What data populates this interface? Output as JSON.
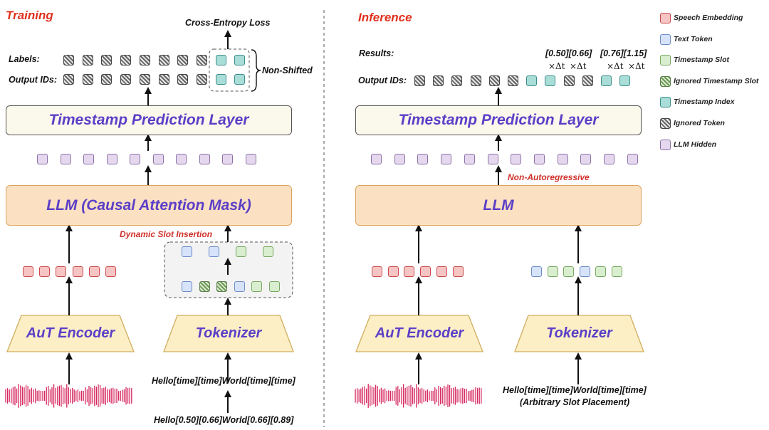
{
  "training": {
    "title": "Training",
    "loss": "Cross-Entropy Loss",
    "labels_label": "Labels:",
    "output_ids_label": "Output IDs:",
    "non_shifted": "Non-Shifted",
    "tpl": "Timestamp Prediction Layer",
    "llm": "LLM (Causal Attention Mask)",
    "dynamic_slot": "Dynamic Slot Insertion",
    "aut_encoder": "AuT Encoder",
    "tokenizer": "Tokenizer",
    "template_text": "Hello[time][time]World[time][time]",
    "source_text": "Hello[0.50][0.66]World[0.66][0.89]",
    "rows": {
      "labels": [
        "ignored-token",
        "ignored-token",
        "ignored-token",
        "ignored-token",
        "ignored-token",
        "ignored-token",
        "ignored-token",
        "ignored-token",
        "timestamp-index",
        "timestamp-index"
      ],
      "output_ids": [
        "ignored-token",
        "ignored-token",
        "ignored-token",
        "ignored-token",
        "ignored-token",
        "ignored-token",
        "ignored-token",
        "ignored-token",
        "timestamp-index",
        "timestamp-index"
      ],
      "hidden": [
        "llm-hidden",
        "llm-hidden",
        "llm-hidden",
        "llm-hidden",
        "llm-hidden",
        "llm-hidden",
        "llm-hidden",
        "llm-hidden",
        "llm-hidden",
        "llm-hidden"
      ],
      "speech": [
        "speech-embedding",
        "speech-embedding",
        "speech-embedding",
        "speech-embedding",
        "speech-embedding",
        "speech-embedding"
      ],
      "slot_top": [
        "text-token",
        "text-token",
        "timestamp-slot",
        "timestamp-slot"
      ],
      "slot_bottom": [
        "text-token",
        "ignored-timestamp-slot",
        "ignored-timestamp-slot",
        "text-token",
        "timestamp-slot",
        "timestamp-slot"
      ]
    }
  },
  "inference": {
    "title": "Inference",
    "results_label": "Results:",
    "output_ids_label": "Output IDs:",
    "results_values_a": "[0.50][0.66]",
    "results_values_b": "[0.76][1.15]",
    "delta": "×Δt",
    "tpl": "Timestamp Prediction Layer",
    "non_autoregressive": "Non-Autoregressive",
    "llm": "LLM",
    "aut_encoder": "AuT Encoder",
    "tokenizer": "Tokenizer",
    "input_line1": "Hello[time][time]World[time][time]",
    "input_line2": "(Arbitrary Slot Placement)",
    "rows": {
      "output_ids": [
        "ignored-token",
        "ignored-token",
        "ignored-token",
        "ignored-token",
        "ignored-token",
        "ignored-token",
        "timestamp-index",
        "timestamp-index",
        "ignored-token",
        "ignored-token",
        "timestamp-index",
        "timestamp-index"
      ],
      "hidden": [
        "llm-hidden",
        "llm-hidden",
        "llm-hidden",
        "llm-hidden",
        "llm-hidden",
        "llm-hidden",
        "llm-hidden",
        "llm-hidden",
        "llm-hidden",
        "llm-hidden",
        "llm-hidden",
        "llm-hidden"
      ],
      "speech": [
        "speech-embedding",
        "speech-embedding",
        "speech-embedding",
        "speech-embedding",
        "speech-embedding",
        "speech-embedding"
      ],
      "tokens": [
        "text-token",
        "timestamp-slot",
        "timestamp-slot",
        "text-token",
        "timestamp-slot",
        "timestamp-slot"
      ]
    }
  },
  "legend": [
    {
      "kind": "speech-embedding",
      "label": "Speech Embedding"
    },
    {
      "kind": "text-token",
      "label": "Text Token"
    },
    {
      "kind": "timestamp-slot",
      "label": "Timestamp Slot"
    },
    {
      "kind": "ignored-timestamp-slot",
      "label": "Ignored Timestamp Slot"
    },
    {
      "kind": "timestamp-index",
      "label": "Timestamp Index"
    },
    {
      "kind": "ignored-token",
      "label": "Ignored Token"
    },
    {
      "kind": "llm-hidden",
      "label": "LLM Hidden"
    }
  ],
  "colors": {
    "title_red": "#e0301e",
    "layer_text": "#5b3fc7",
    "speech-embedding": "#f7c4c4",
    "text-token": "#d7e3fb",
    "timestamp-slot": "#d9edcf",
    "timestamp-index": "#a9ddd8",
    "llm-hidden": "#e5d7ee"
  }
}
